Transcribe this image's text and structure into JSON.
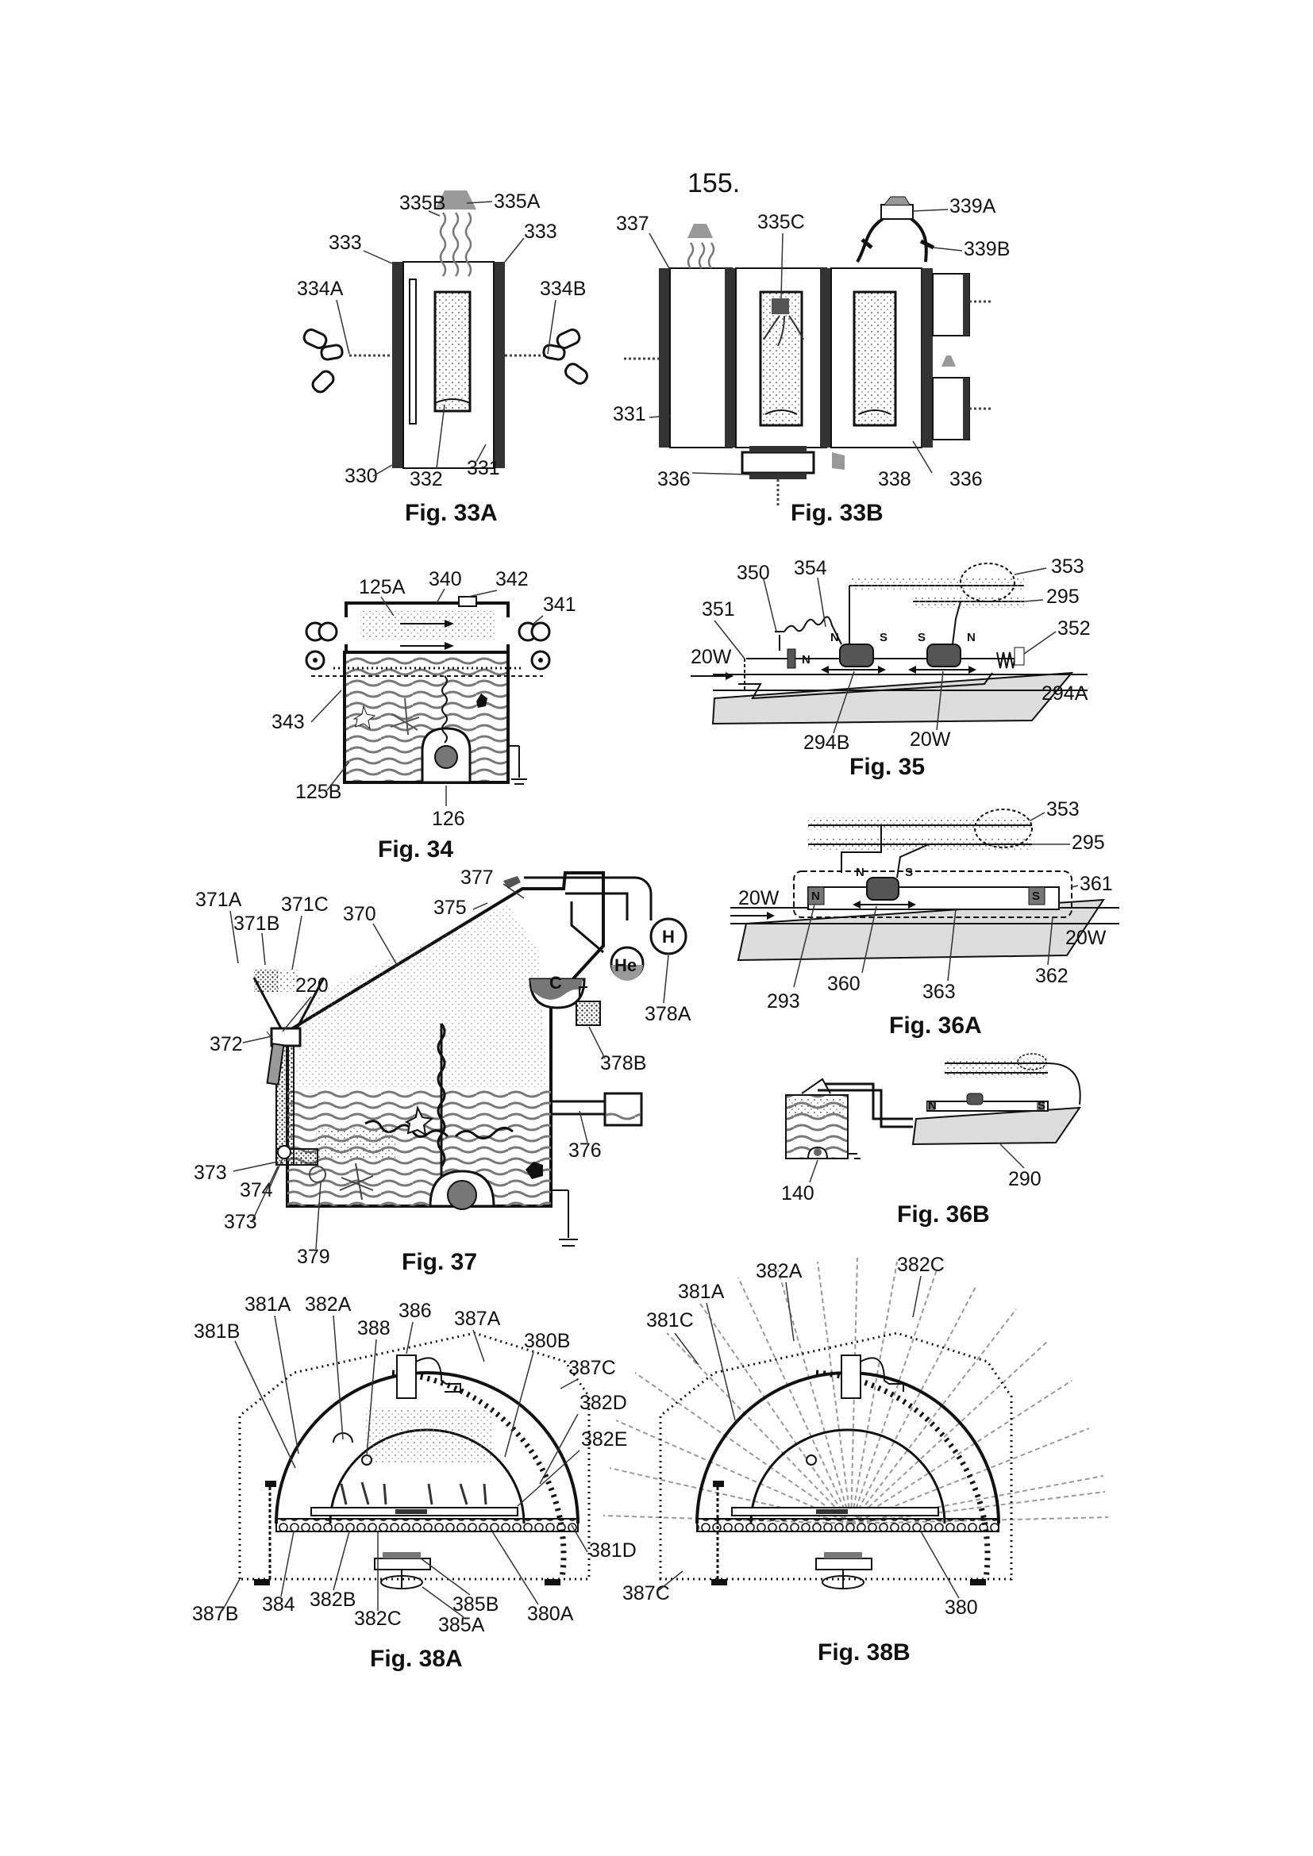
{
  "page_number": "155.",
  "figures": {
    "f33a": {
      "caption": "Fig. 33A",
      "labels": [
        "335B",
        "335A",
        "333",
        "333",
        "334A",
        "334B",
        "330",
        "332",
        "331"
      ]
    },
    "f33b": {
      "caption": "Fig. 33B",
      "labels": [
        "337",
        "335C",
        "339A",
        "339B",
        "331",
        "336",
        "338",
        "336"
      ]
    },
    "f34": {
      "caption": "Fig. 34",
      "labels": [
        "125A",
        "340",
        "342",
        "341",
        "343",
        "125B",
        "126"
      ]
    },
    "f35": {
      "caption": "Fig. 35",
      "labels": [
        "350",
        "354",
        "353",
        "295",
        "351",
        "352",
        "20W",
        "294A",
        "294B",
        "20W"
      ],
      "pole_marks": [
        "N",
        "N",
        "S",
        "S",
        "N"
      ]
    },
    "f36a": {
      "caption": "Fig. 36A",
      "labels": [
        "353",
        "295",
        "361",
        "20W",
        "20W",
        "293",
        "360",
        "363",
        "362"
      ],
      "pole_marks": [
        "N",
        "S",
        "N",
        "S"
      ]
    },
    "f36b": {
      "caption": "Fig. 36B",
      "labels": [
        "140",
        "290"
      ],
      "pole_marks": [
        "N",
        "S"
      ]
    },
    "f37": {
      "caption": "Fig. 37",
      "labels": [
        "371A",
        "371B",
        "371C",
        "370",
        "377",
        "375",
        "220",
        "378A",
        "378B",
        "372",
        "373",
        "374",
        "373",
        "376",
        "379"
      ],
      "elements": [
        "C",
        "He",
        "H"
      ]
    },
    "f38a": {
      "caption": "Fig. 38A",
      "labels": [
        "381A",
        "382A",
        "381B",
        "388",
        "386",
        "387A",
        "380B",
        "387C",
        "382D",
        "382E",
        "381D",
        "387B",
        "384",
        "382B",
        "382C",
        "385B",
        "385A",
        "380A"
      ]
    },
    "f38b": {
      "caption": "Fig. 38B",
      "labels": [
        "381A",
        "382A",
        "382C",
        "381C",
        "387C",
        "380"
      ]
    }
  }
}
